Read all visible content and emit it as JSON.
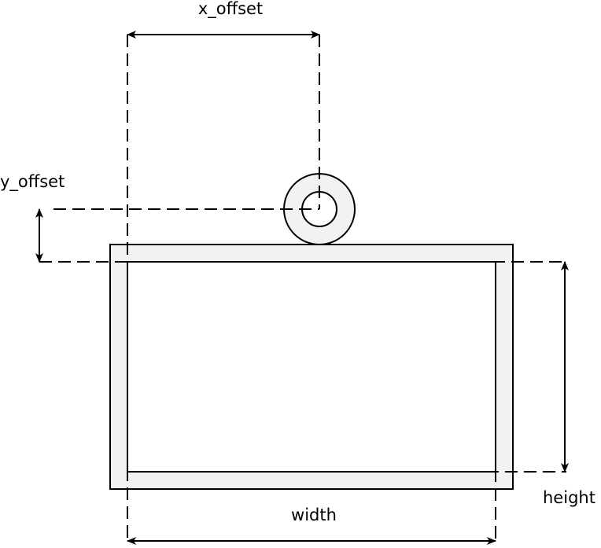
{
  "labels": {
    "x_offset": "x_offset",
    "y_offset": "y_offset",
    "width": "width",
    "height": "height"
  },
  "colors": {
    "fill": "#f2f2f2",
    "stroke": "#000000",
    "background": "#ffffff"
  }
}
